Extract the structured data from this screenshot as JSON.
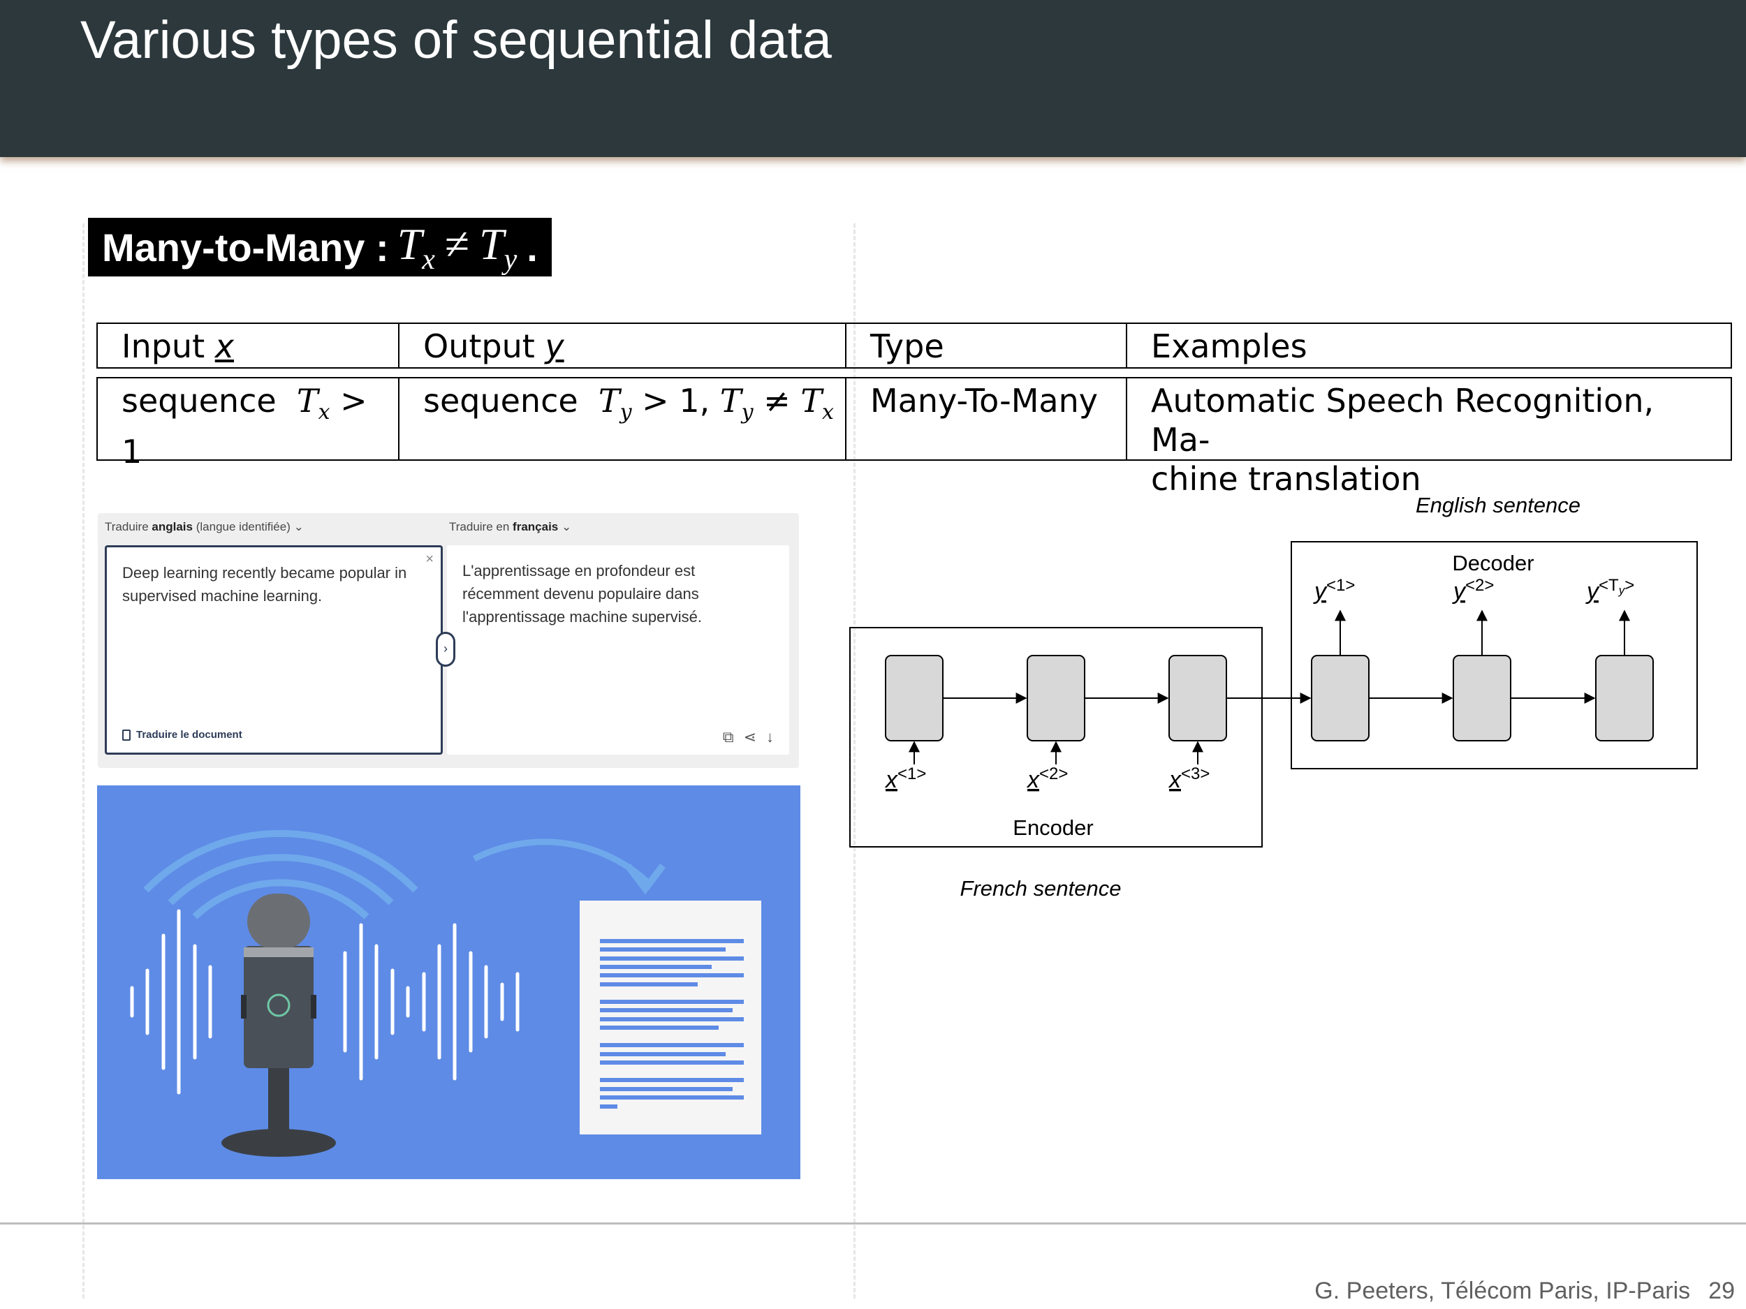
{
  "slide": {
    "title": "Various types of sequential data"
  },
  "section": {
    "label": "Many-to-Many :",
    "math": {
      "t": "T",
      "sub_x": "x",
      "neq": "≠",
      "sub_y": "y",
      "end": "."
    }
  },
  "table": {
    "headers": {
      "input": "Input",
      "input_var": "x",
      "output": "Output",
      "output_var": "y",
      "type": "Type",
      "examples": "Examples"
    },
    "row": {
      "input_word": "sequence",
      "input_cond": "T",
      "input_sub": "x",
      "input_rest": " > 1",
      "output_word": "sequence",
      "output_cond": "T",
      "output_sub": "y",
      "output_rest": " > 1, ",
      "output_cond2": "T",
      "output_sub2": "y",
      "output_neq": " ≠ ",
      "output_cond3": "T",
      "output_sub3": "x",
      "type": "Many-To-Many",
      "examples_line1": "Automatic Speech Recognition, Ma-",
      "examples_line2": "chine translation"
    }
  },
  "translator": {
    "source_prefix": "Traduire",
    "source_lang": "anglais",
    "source_detected": "(langue identifiée)",
    "target_prefix": "Traduire en",
    "target_lang": "français",
    "source_text_l1": "Deep learning recently became popular in",
    "source_text_l2": "supervised machine learning.",
    "target_text_l1": "L'apprentissage en profondeur est",
    "target_text_l2": "récemment devenu populaire dans",
    "target_text_l3": "l'apprentissage machine supervisé.",
    "doc_button": "Traduire le document",
    "close_glyph": "×",
    "swap_glyph": "›",
    "icons": [
      "copy-icon",
      "share-icon",
      "download-icon"
    ],
    "download_glyph": "↓",
    "copy_glyph": "⧉",
    "share_glyph": "⋖"
  },
  "diagram": {
    "english_caption": "English sentence",
    "french_caption": "French sentence",
    "decoder_label": "Decoder",
    "encoder_label": "Encoder",
    "inputs": [
      "x",
      "x",
      "x"
    ],
    "input_sups": [
      "<1>",
      "<2>",
      "<3>"
    ],
    "outputs": [
      "y",
      "y",
      "y"
    ],
    "output_sups": [
      "<1>",
      "<2>",
      "<T"
    ],
    "last_sub": "y",
    "last_close": ">"
  },
  "footer": {
    "credit": "G. Peeters, Télécom Paris, IP-Paris",
    "page": "29"
  }
}
